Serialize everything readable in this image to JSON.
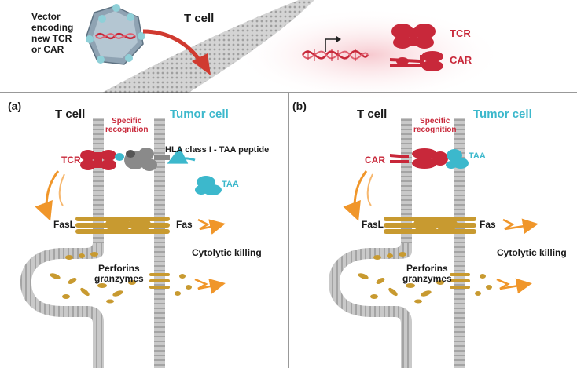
{
  "top": {
    "vector_label_lines": [
      "Vector",
      "encoding",
      "new TCR",
      "or CAR"
    ],
    "tcell_label": "T cell",
    "tcr_label": "TCR",
    "car_label": "CAR"
  },
  "panel_a": {
    "tag": "(a)",
    "tcell": "T cell",
    "tumor": "Tumor cell",
    "specific_lines": [
      "Specific",
      "recognition"
    ],
    "receptor": "TCR",
    "hla": "HLA class I - TAA peptide",
    "taa": "TAA",
    "fasl": "FasL",
    "fas": "Fas",
    "killing": "Cytolytic killing",
    "perf_lines": [
      "Perforins",
      "granzymes"
    ]
  },
  "panel_b": {
    "tag": "(b)",
    "tcell": "T cell",
    "tumor": "Tumor cell",
    "specific_lines": [
      "Specific",
      "recognition"
    ],
    "receptor": "CAR",
    "taa": "TAA",
    "fasl": "FasL",
    "fas": "Fas",
    "killing": "Cytolytic killing",
    "perf_lines": [
      "Perforins",
      "granzymes"
    ]
  },
  "colors": {
    "red": "#c8283a",
    "cyan": "#3cb8cc",
    "orange": "#f0962a",
    "gold": "#c89a30",
    "membrane": "#a8a8a8"
  }
}
